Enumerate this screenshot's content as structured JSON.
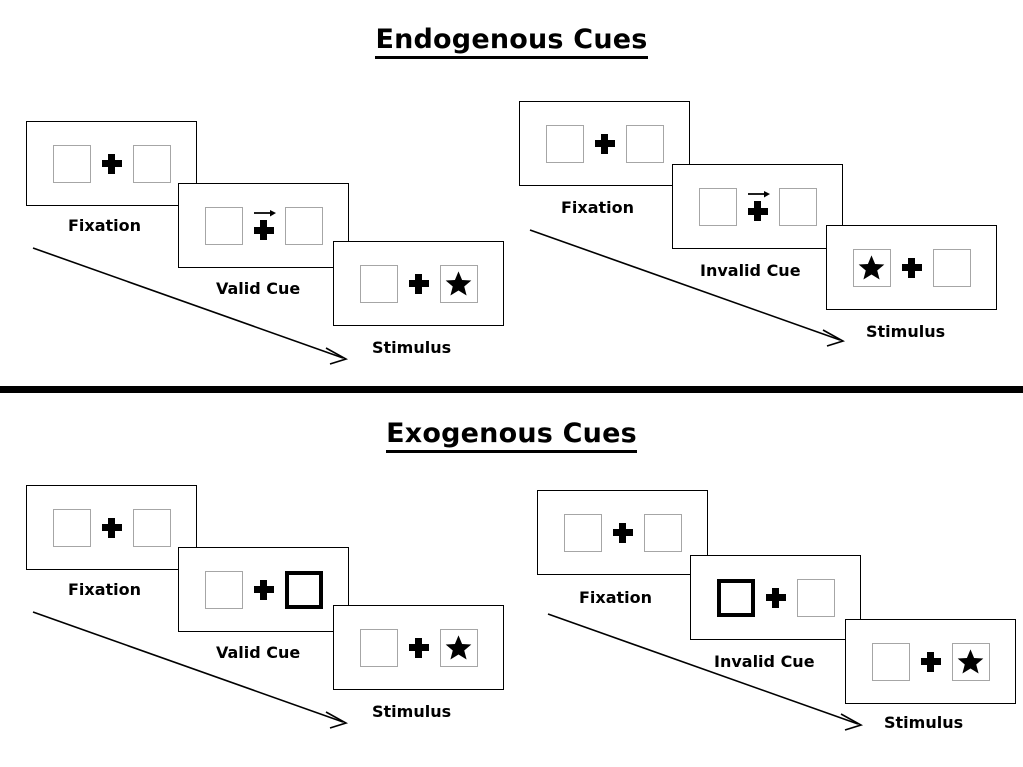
{
  "sections": [
    {
      "title": "Endogenous Cues",
      "cue_type": "arrow",
      "sequences": [
        {
          "condition": "valid",
          "steps": [
            {
              "caption": "Fixation",
              "left_box": "empty",
              "right_box": "empty",
              "cue": "none"
            },
            {
              "caption": "Valid Cue",
              "left_box": "empty",
              "right_box": "empty",
              "cue": "arrow-right"
            },
            {
              "caption": "Stimulus",
              "left_box": "empty",
              "right_box": "star",
              "cue": "none"
            }
          ]
        },
        {
          "condition": "invalid",
          "steps": [
            {
              "caption": "Fixation",
              "left_box": "empty",
              "right_box": "empty",
              "cue": "none"
            },
            {
              "caption": "Invalid Cue",
              "left_box": "empty",
              "right_box": "empty",
              "cue": "arrow-right"
            },
            {
              "caption": "Stimulus",
              "left_box": "star",
              "right_box": "empty",
              "cue": "none"
            }
          ]
        }
      ]
    },
    {
      "title": "Exogenous Cues",
      "cue_type": "box-highlight",
      "sequences": [
        {
          "condition": "valid",
          "steps": [
            {
              "caption": "Fixation",
              "left_box": "empty",
              "right_box": "empty",
              "cue": "none"
            },
            {
              "caption": "Valid Cue",
              "left_box": "empty",
              "right_box": "highlighted",
              "cue": "none"
            },
            {
              "caption": "Stimulus",
              "left_box": "empty",
              "right_box": "star",
              "cue": "none"
            }
          ]
        },
        {
          "condition": "invalid",
          "steps": [
            {
              "caption": "Fixation",
              "left_box": "empty",
              "right_box": "empty",
              "cue": "none"
            },
            {
              "caption": "Invalid Cue",
              "left_box": "highlighted",
              "right_box": "empty",
              "cue": "none"
            },
            {
              "caption": "Stimulus",
              "left_box": "empty",
              "right_box": "star",
              "cue": "none"
            }
          ]
        }
      ]
    }
  ],
  "colors": {
    "box_border": "#a6a6a6",
    "cued_box_border": "#000000",
    "panel_border": "#000000",
    "ink": "#000000",
    "background": "#ffffff"
  },
  "icons": {
    "fixation_cross": "plus-cross-icon",
    "cue_arrow": "arrow-right-icon",
    "target": "star-icon",
    "flow": "time-flow-arrow-icon"
  }
}
